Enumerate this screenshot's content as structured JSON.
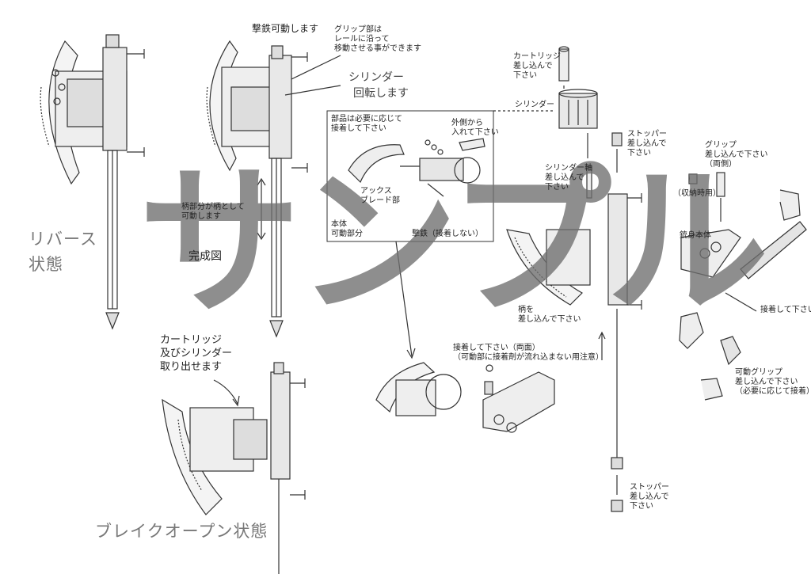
{
  "labels": {
    "gekitetsu": "撃鉄可動します",
    "grip_rail": "グリップ部は\nレールに沿って\n移動させる事ができます",
    "cylinder_rotate_1": "シリンダー",
    "cylinder_rotate_2": "回転します",
    "handle_move": "柄部分が柄として\n可動します",
    "reverse_state": "リバース\n状態",
    "completed": "完成図",
    "cartridge_out": "カートリッジ\n及びシリンダー\n取り出せます",
    "break_open": "ブレイクオープン状態",
    "parts_glue": "部品は必要に応じて\n接着して下さい",
    "outside_insert": "外側から\n入れて下さい",
    "axe_blade": "アックス\nブレード部",
    "body_movable": "本体\n可動部分",
    "hammer_no_glue": "撃鉄（接着しない）",
    "cartridge_insert": "カートリッジ\n差し込んで\n下さい",
    "cylinder": "シリンダー",
    "stopper_top": "ストッパー\n差し込んで\n下さい",
    "cylinder_shaft": "シリンダー軸\n差し込んで\n下さい",
    "grip_insert": "グリップ\n差し込んで下さい\n（両側）",
    "storage": "（収納時用）",
    "gun_body": "銃身本体",
    "glue_right": "接着して下さい",
    "handle_insert": "柄を\n差し込んで下さい",
    "glue_both_sides": "接着して下さい（両面）\n（可動部に接着剤が流れ込まない用注意）",
    "movable_grip": "可動グリップ\n差し込んで下さい\n（必要に応じて接着）",
    "stopper_bottom": "ストッパー\n差し込んで\n下さい"
  },
  "watermark": "サンプル"
}
